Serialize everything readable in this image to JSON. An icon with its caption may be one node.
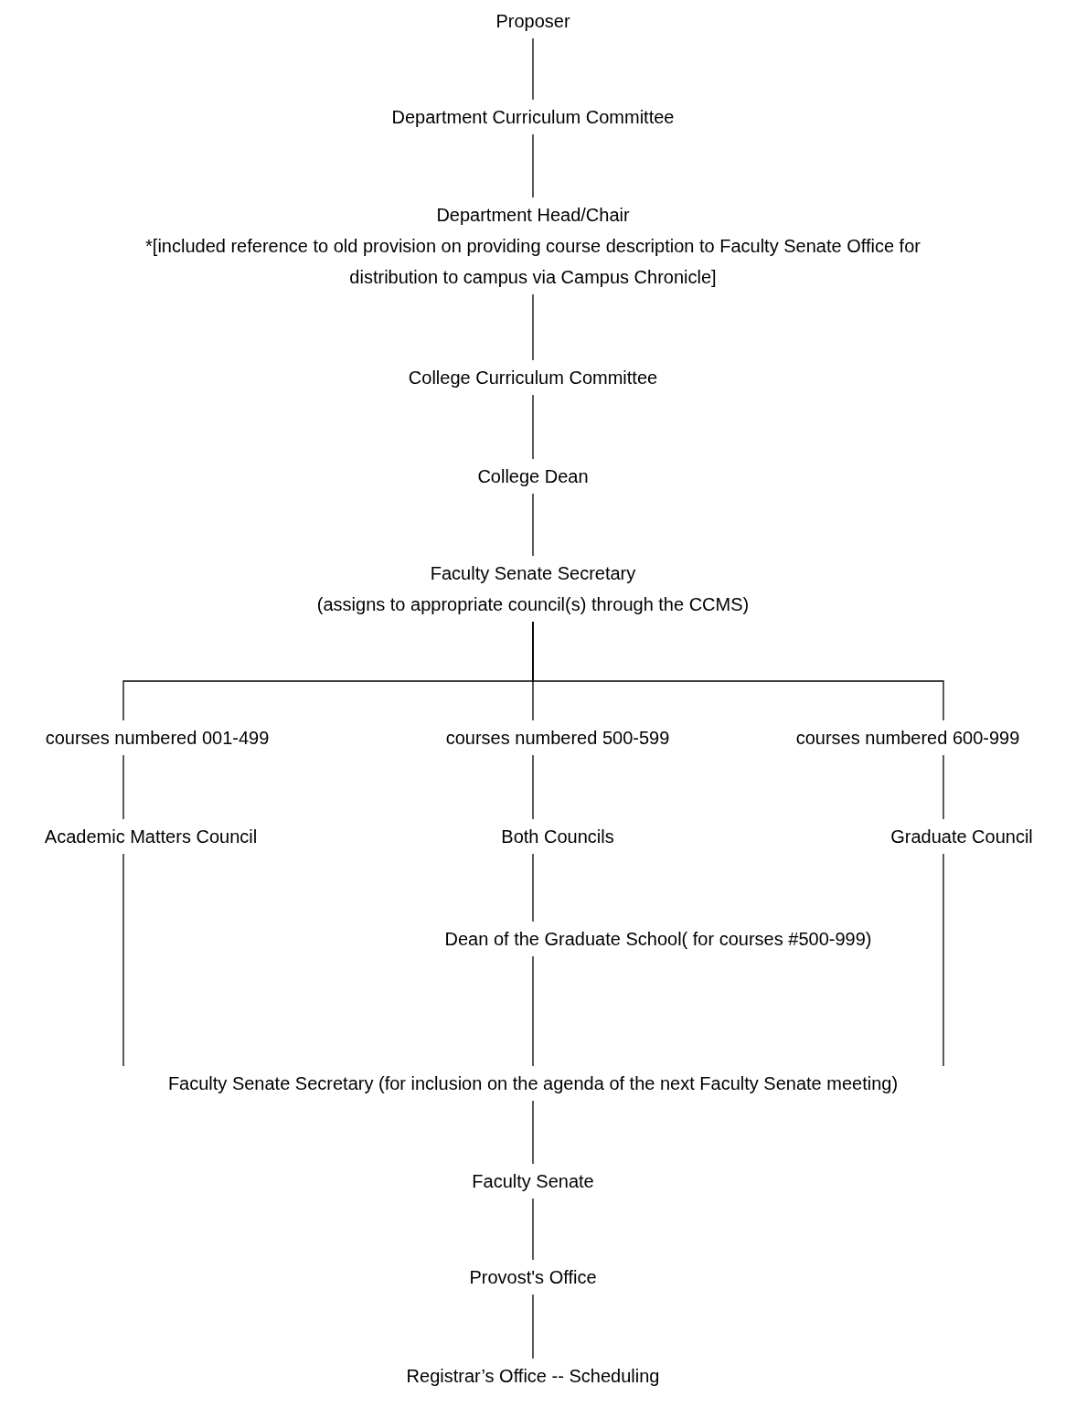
{
  "diagram": {
    "nodes": [
      {
        "text": [
          "Proposer"
        ]
      },
      {
        "text": [
          "Department Curriculum Committee"
        ]
      },
      {
        "text": [
          "Department Head/Chair",
          "*[included reference to old provision on providing course description to Faculty Senate Office for distribution to campus via Campus Chronicle]"
        ]
      },
      {
        "text": [
          "College Curriculum Committee"
        ]
      },
      {
        "text": [
          "College Dean"
        ]
      },
      {
        "text": [
          "Faculty Senate Secretary",
          "(assigns to appropriate council(s) through the CCMS)"
        ]
      },
      {
        "text": [
          "courses numbered 001-499"
        ]
      },
      {
        "text": [
          "courses numbered 500-599"
        ]
      },
      {
        "text": [
          "courses numbered 600-999"
        ]
      },
      {
        "text": [
          "Academic Matters Council"
        ]
      },
      {
        "text": [
          "Both Councils"
        ]
      },
      {
        "text": [
          "Graduate Council"
        ]
      },
      {
        "text": [
          "Dean of the Graduate School( for courses #500-999)"
        ]
      },
      {
        "text": [
          "Faculty Senate Secretary (for inclusion on the agenda of the next Faculty Senate meeting)"
        ]
      },
      {
        "text": [
          "Faculty Senate"
        ]
      },
      {
        "text": [
          "Provost's Office"
        ]
      },
      {
        "text": [
          "Registrar’s Office -- Scheduling"
        ]
      }
    ],
    "edges": [
      {
        "from": 0,
        "to": 1,
        "arrow": "none"
      },
      {
        "from": 1,
        "to": 2,
        "arrow": "none"
      },
      {
        "from": 2,
        "to": 3,
        "arrow": "none"
      },
      {
        "from": 3,
        "to": 4,
        "arrow": "none"
      },
      {
        "from": 4,
        "to": 5,
        "arrow": "none"
      },
      {
        "from": 5,
        "to": 6,
        "arrow": "none"
      },
      {
        "from": 5,
        "to": 7,
        "arrow": "none"
      },
      {
        "from": 5,
        "to": 8,
        "arrow": "none"
      },
      {
        "from": 6,
        "to": 9,
        "arrow": "none"
      },
      {
        "from": 7,
        "to": 10,
        "arrow": "none"
      },
      {
        "from": 8,
        "to": 11,
        "arrow": "none"
      },
      {
        "from": 9,
        "to": 13,
        "arrow": "none"
      },
      {
        "from": 10,
        "to": 12,
        "arrow": "none"
      },
      {
        "from": 11,
        "to": 13,
        "arrow": "none"
      },
      {
        "from": 12,
        "to": 13,
        "arrow": "none"
      },
      {
        "from": 13,
        "to": 14,
        "arrow": "none"
      },
      {
        "from": 14,
        "to": 15,
        "arrow": "none"
      },
      {
        "from": 15,
        "to": 16,
        "arrow": "none"
      }
    ]
  }
}
